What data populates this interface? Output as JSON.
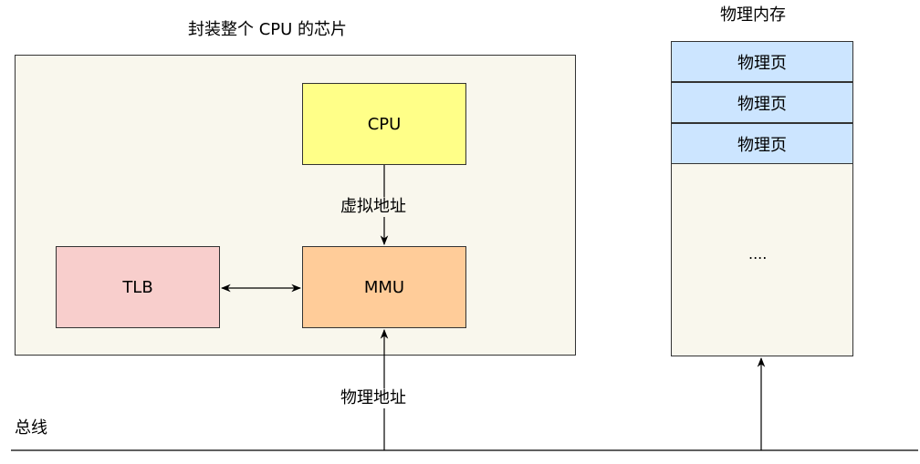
{
  "chip": {
    "title": "封装整个 CPU 的芯片",
    "cpu_label": "CPU",
    "tlb_label": "TLB",
    "mmu_label": "MMU",
    "virtual_address_label": "虚拟地址"
  },
  "memory": {
    "title": "物理内存",
    "pages": [
      "物理页",
      "物理页",
      "物理页"
    ],
    "ellipsis": "...."
  },
  "bus": {
    "label": "总线",
    "physical_address_label": "物理地址"
  },
  "colors": {
    "chip_fill": "#f9f7ed",
    "cpu_fill": "#ffff88",
    "tlb_fill": "#f8cecc",
    "mmu_fill": "#ffcc99",
    "page_fill": "#cce5ff",
    "stroke": "#000000"
  }
}
